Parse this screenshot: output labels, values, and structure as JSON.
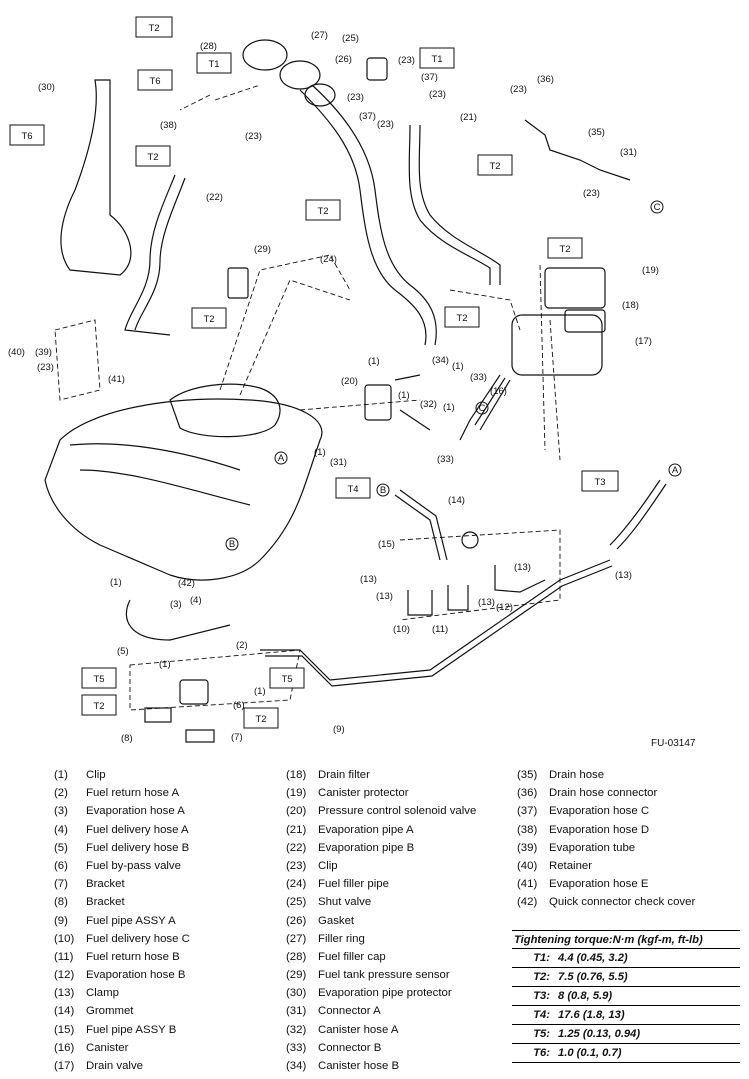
{
  "figure_id": "FU-03147",
  "torque_boxes": [
    "T1",
    "T2",
    "T3",
    "T4",
    "T5",
    "T6"
  ],
  "diagram_labels": {
    "n1": "(1)",
    "n2": "(2)",
    "n3": "(3)",
    "n4": "(4)",
    "n5": "(5)",
    "n6": "(6)",
    "n7": "(7)",
    "n8": "(8)",
    "n9": "(9)",
    "n10": "(10)",
    "n11": "(11)",
    "n12": "(12)",
    "n13": "(13)",
    "n14": "(14)",
    "n15": "(15)",
    "n16": "(16)",
    "n17": "(17)",
    "n18": "(18)",
    "n19": "(19)",
    "n20": "(20)",
    "n21": "(21)",
    "n22": "(22)",
    "n23": "(23)",
    "n24": "(24)",
    "n25": "(25)",
    "n26": "(26)",
    "n27": "(27)",
    "n28": "(28)",
    "n29": "(29)",
    "n30": "(30)",
    "n31": "(31)",
    "n32": "(32)",
    "n33": "(33)",
    "n34": "(34)",
    "n35": "(35)",
    "n36": "(36)",
    "n37": "(37)",
    "n38": "(38)",
    "n39": "(39)",
    "n40": "(40)",
    "n41": "(41)",
    "n42": "(42)",
    "A": "A",
    "B": "B",
    "C": "C"
  },
  "parts_col1": [
    {
      "num": "(1)",
      "name": "Clip"
    },
    {
      "num": "(2)",
      "name": "Fuel return hose A"
    },
    {
      "num": "(3)",
      "name": "Evaporation hose A"
    },
    {
      "num": "(4)",
      "name": "Fuel delivery hose A"
    },
    {
      "num": "(5)",
      "name": "Fuel delivery hose B"
    },
    {
      "num": "(6)",
      "name": "Fuel by-pass valve"
    },
    {
      "num": "(7)",
      "name": "Bracket"
    },
    {
      "num": "(8)",
      "name": "Bracket"
    },
    {
      "num": "(9)",
      "name": "Fuel pipe ASSY A"
    },
    {
      "num": "(10)",
      "name": "Fuel delivery hose C"
    },
    {
      "num": "(11)",
      "name": "Fuel return hose B"
    },
    {
      "num": "(12)",
      "name": "Evaporation hose B"
    },
    {
      "num": "(13)",
      "name": "Clamp"
    },
    {
      "num": "(14)",
      "name": "Grommet"
    },
    {
      "num": "(15)",
      "name": "Fuel pipe ASSY B"
    },
    {
      "num": "(16)",
      "name": "Canister"
    },
    {
      "num": "(17)",
      "name": "Drain valve"
    }
  ],
  "parts_col2": [
    {
      "num": "(18)",
      "name": "Drain filter"
    },
    {
      "num": "(19)",
      "name": "Canister protector"
    },
    {
      "num": "(20)",
      "name": "Pressure control solenoid valve"
    },
    {
      "num": "(21)",
      "name": "Evaporation pipe A"
    },
    {
      "num": "(22)",
      "name": "Evaporation pipe B"
    },
    {
      "num": "(23)",
      "name": "Clip"
    },
    {
      "num": "(24)",
      "name": "Fuel filler pipe"
    },
    {
      "num": "(25)",
      "name": "Shut valve"
    },
    {
      "num": "(26)",
      "name": "Gasket"
    },
    {
      "num": "(27)",
      "name": "Filler ring"
    },
    {
      "num": "(28)",
      "name": "Fuel filler cap"
    },
    {
      "num": "(29)",
      "name": "Fuel tank pressure sensor"
    },
    {
      "num": "(30)",
      "name": "Evaporation pipe protector"
    },
    {
      "num": "(31)",
      "name": "Connector A"
    },
    {
      "num": "(32)",
      "name": "Canister hose A"
    },
    {
      "num": "(33)",
      "name": "Connector B"
    },
    {
      "num": "(34)",
      "name": "Canister hose B"
    }
  ],
  "parts_col3": [
    {
      "num": "(35)",
      "name": "Drain hose"
    },
    {
      "num": "(36)",
      "name": "Drain hose connector"
    },
    {
      "num": "(37)",
      "name": "Evaporation hose C"
    },
    {
      "num": "(38)",
      "name": "Evaporation hose D"
    },
    {
      "num": "(39)",
      "name": "Evaporation tube"
    },
    {
      "num": "(40)",
      "name": "Retainer"
    },
    {
      "num": "(41)",
      "name": "Evaporation hose E"
    },
    {
      "num": "(42)",
      "name": "Quick connector check cover"
    }
  ],
  "torque": {
    "title": "Tightening torque:N·m (kgf-m, ft-lb)",
    "rows": [
      {
        "key": "T1:",
        "value": "4.4 (0.45, 3.2)"
      },
      {
        "key": "T2:",
        "value": "7.5 (0.76, 5.5)"
      },
      {
        "key": "T3:",
        "value": "8 (0.8, 5.9)"
      },
      {
        "key": "T4:",
        "value": "17.6 (1.8, 13)"
      },
      {
        "key": "T5:",
        "value": "1.25 (0.13, 0.94)"
      },
      {
        "key": "T6:",
        "value": "1.0 (0.1, 0.7)"
      }
    ]
  }
}
